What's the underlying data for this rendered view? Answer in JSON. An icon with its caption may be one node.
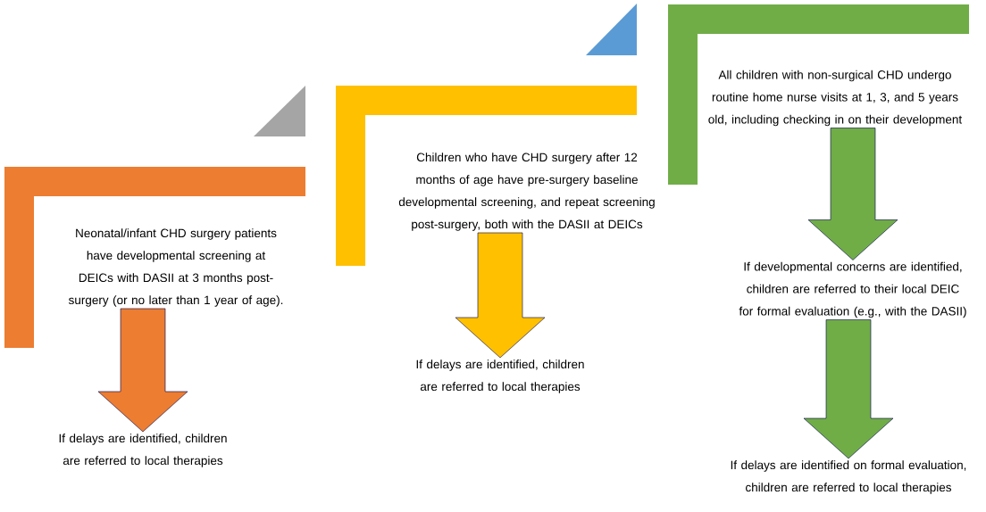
{
  "diagram": {
    "nodes": [
      {
        "text": [
          "Neonatal/infant CHD surgery patients have developmental screening at DEICs with DASII at 3 months post-surgery (or no later than 1 year of age)."
        ]
      },
      {
        "text": [
          "If delays are identified, children are referred to local therapies"
        ]
      },
      {
        "text": [
          "Children who have CHD surgery after 12 months of age have pre-surgery baseline developmental screening, and repeat screening post-surgery, both with the DASII at DEICs"
        ]
      },
      {
        "text": [
          "If delays are identified, children are referred to local therapies"
        ]
      },
      {
        "text": [
          "All children with non-surgical CHD undergo routine home nurse visits at 1, 3, and 5 years old, including checking in on their development"
        ]
      },
      {
        "text": [
          "If developmental concerns are identified, children are referred to their local DEIC for formal evaluation (e.g., with the DASII)"
        ]
      },
      {
        "text": [
          "If delays are identified on formal evaluation, children are referred to local therapies"
        ]
      }
    ],
    "edges": [
      {
        "from": 0,
        "to": 1,
        "arrow": "to",
        "color": "#ed7d31"
      },
      {
        "from": 2,
        "to": 3,
        "arrow": "to",
        "color": "#ffc000"
      },
      {
        "from": 4,
        "to": 5,
        "arrow": "to"
      },
      {
        "from": 5,
        "to": 6,
        "arrow": "to"
      }
    ]
  }
}
